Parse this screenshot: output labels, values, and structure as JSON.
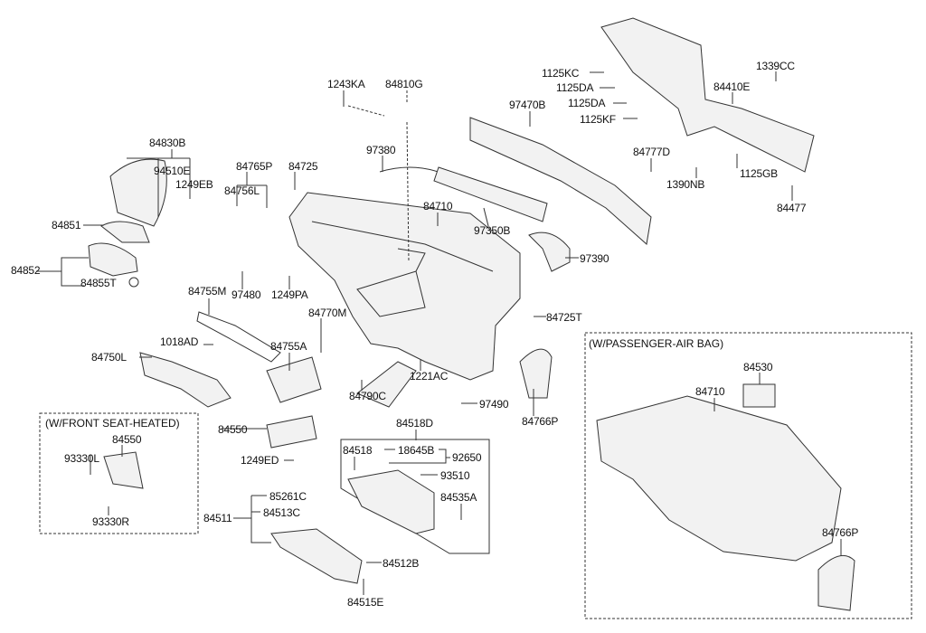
{
  "diagram": {
    "line_color": "#333333",
    "part_fill": "#f2f2f2",
    "labels": [
      "1243KA",
      "84810G",
      "84830B",
      "94510E",
      "1249EB",
      "84765P",
      "84725",
      "84756L",
      "97380",
      "97470B",
      "84710",
      "97350B",
      "84851",
      "84852",
      "84855T",
      "84755M",
      "97480",
      "1249PA",
      "84770M",
      "1018AD",
      "84750L",
      "84755A",
      "1221AC",
      "84790C",
      "97490",
      "84725T",
      "84766P",
      "97390",
      "1125KC",
      "1125DA",
      "1125DA",
      "1125KF",
      "1339CC",
      "84410E",
      "84777D",
      "1390NB",
      "1125GB",
      "84477",
      "84550",
      "1249ED",
      "84518D",
      "84518",
      "18645B",
      "92650",
      "93510",
      "84535A",
      "85261C",
      "84513C",
      "84511",
      "84512B",
      "84515E"
    ],
    "front_seat_heated": {
      "caption": "(W/FRONT SEAT-HEATED)",
      "labels": [
        "84550",
        "93330L",
        "93330R"
      ]
    },
    "passenger_air_bag": {
      "caption": "(W/PASSENGER-AIR BAG)",
      "labels": [
        "84530",
        "84710",
        "84766P"
      ]
    }
  }
}
